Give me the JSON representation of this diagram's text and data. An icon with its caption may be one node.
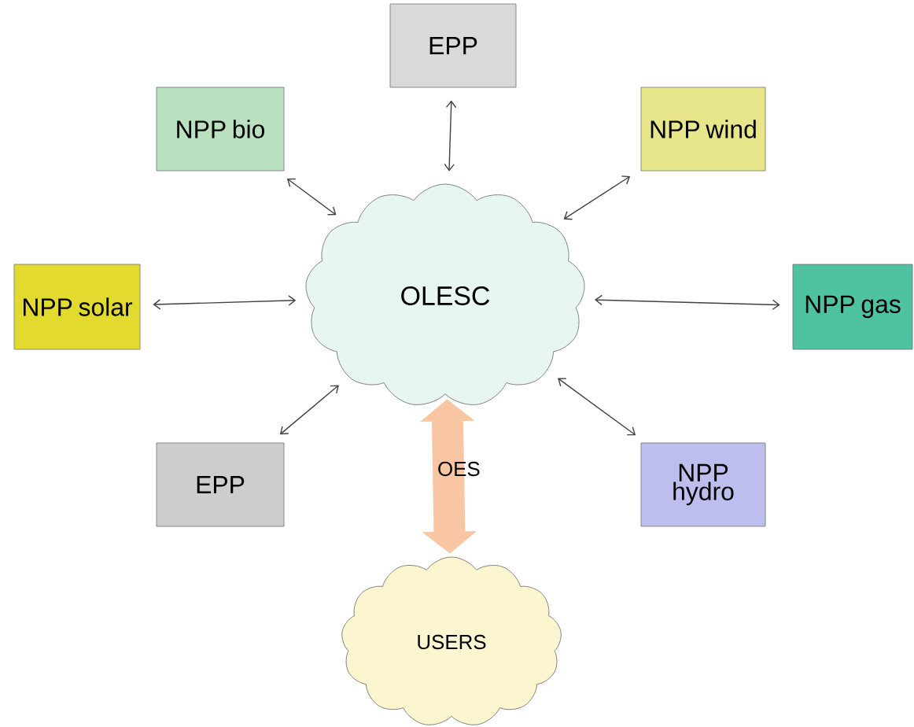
{
  "diagram": {
    "nodes": [
      {
        "text": [
          "EPP"
        ]
      },
      {
        "text": [
          "NPP bio"
        ]
      },
      {
        "text": [
          "NPP wind"
        ]
      },
      {
        "text": [
          "NPP solar"
        ]
      },
      {
        "text": [
          "OLESC"
        ]
      },
      {
        "text": [
          "NPP gas"
        ]
      },
      {
        "text": [
          "EPP"
        ]
      },
      {
        "text": [
          "NPP hydro"
        ]
      },
      {
        "text": [
          "USERS"
        ]
      }
    ],
    "edges": [
      {
        "from": 0,
        "to": 4,
        "arrow": "both"
      },
      {
        "from": 1,
        "to": 4,
        "arrow": "both"
      },
      {
        "from": 2,
        "to": 4,
        "arrow": "both"
      },
      {
        "from": 3,
        "to": 4,
        "arrow": "both"
      },
      {
        "from": 5,
        "to": 4,
        "arrow": "both"
      },
      {
        "from": 6,
        "to": 4,
        "arrow": "both"
      },
      {
        "from": 7,
        "to": 4,
        "arrow": "both"
      },
      {
        "from": 4,
        "to": 8,
        "arrow": "both",
        "label": "OES",
        "style": "thick",
        "color": "#f9c6a4"
      }
    ]
  }
}
